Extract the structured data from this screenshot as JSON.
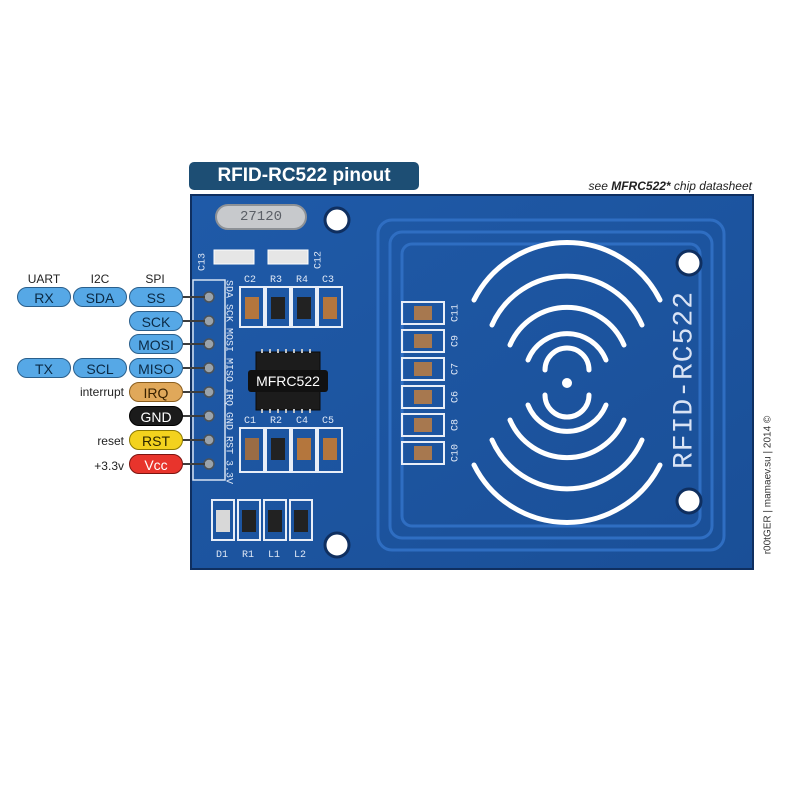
{
  "title": "RFID-RC522 pinout",
  "note": {
    "prefix": "see ",
    "chip": "MFRC522*",
    "suffix": " chip datasheet"
  },
  "columns": {
    "uart": "UART",
    "i2c": "I2C",
    "spi": "SPI"
  },
  "pins": [
    {
      "label": "SS",
      "color": "blue",
      "uart": "RX",
      "i2c": "SDA",
      "side": ""
    },
    {
      "label": "SCK",
      "color": "blue",
      "uart": "",
      "i2c": "",
      "side": ""
    },
    {
      "label": "MOSI",
      "color": "blue",
      "uart": "",
      "i2c": "",
      "side": ""
    },
    {
      "label": "MISO",
      "color": "blue",
      "uart": "TX",
      "i2c": "SCL",
      "side": ""
    },
    {
      "label": "IRQ",
      "color": "orange",
      "uart": "",
      "i2c": "",
      "side": "interrupt"
    },
    {
      "label": "GND",
      "color": "black",
      "uart": "",
      "i2c": "",
      "side": ""
    },
    {
      "label": "RST",
      "color": "yellow",
      "uart": "",
      "i2c": "",
      "side": "reset"
    },
    {
      "label": "Vcc",
      "color": "red",
      "uart": "",
      "i2c": "",
      "side": "+3.3v"
    }
  ],
  "board": {
    "chip": "MFRC522",
    "crystal": "27120",
    "silk_title": "RFID-RC522",
    "pin_silk": "SDA SCK MOSI MISO IRQ GND RST 3.3V",
    "components_top": [
      "C2",
      "R3",
      "R4",
      "C3"
    ],
    "components_mid": [
      "C1",
      "R2",
      "C4",
      "C5"
    ],
    "components_bottom": [
      "D1",
      "R1",
      "L1",
      "L2"
    ],
    "cap_column_right": [
      "C11",
      "C9",
      "C7",
      "C6",
      "C8",
      "C10"
    ],
    "crystal_caps": [
      "C13",
      "C12"
    ]
  },
  "credit": "r00tGER | mamaev.su | 2014 ©"
}
